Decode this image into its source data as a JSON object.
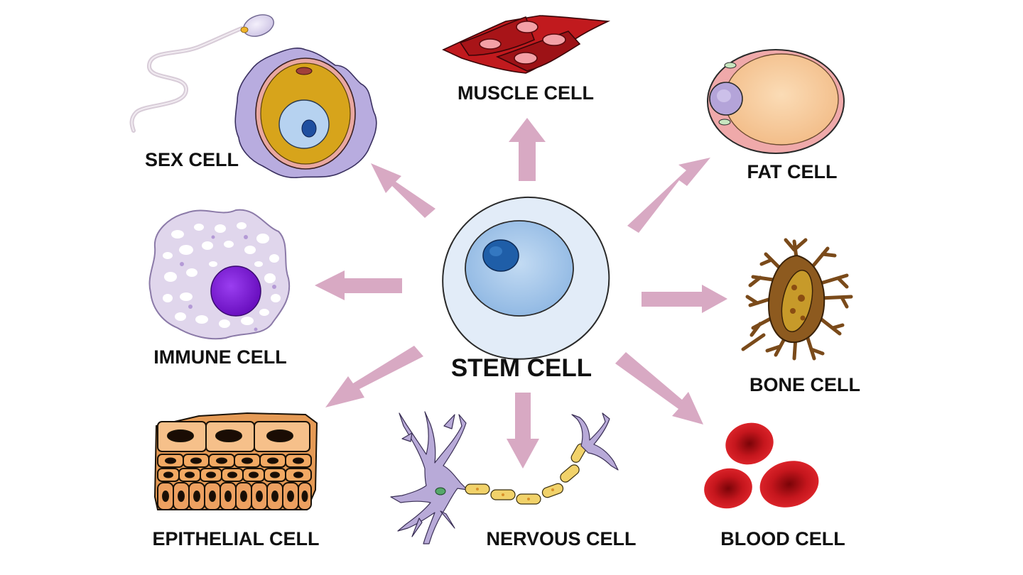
{
  "center": {
    "label": "STEM CELL"
  },
  "cells": {
    "muscle": {
      "label": "MUSCLE CELL"
    },
    "fat": {
      "label": "FAT CELL"
    },
    "bone": {
      "label": "BONE CELL"
    },
    "blood": {
      "label": "BLOOD CELL"
    },
    "nervous": {
      "label": "NERVOUS CELL"
    },
    "epithelial": {
      "label": "EPITHELIAL CELL"
    },
    "immune": {
      "label": "IMMUNE CELL"
    },
    "sex": {
      "label": "SEX CELL"
    }
  },
  "colors": {
    "arrow": "#d8a9c3",
    "stem_outer": "#dfeaf7",
    "stem_inner": "#a9c8ea",
    "stem_nucleus": "#1f5ea8",
    "muscle": "#c41a1d",
    "fat": "#f6c99a",
    "bone": "#8a5a22",
    "blood": "#c0141b",
    "nerve": "#b7a9d6",
    "myelin": "#f2d36a",
    "epithelial": "#f2a963",
    "immune": "#ddd3ea",
    "immune_nucleus": "#7a1fd0",
    "sex_outer": "#b9aee0",
    "sex_yolk": "#d8a418"
  }
}
